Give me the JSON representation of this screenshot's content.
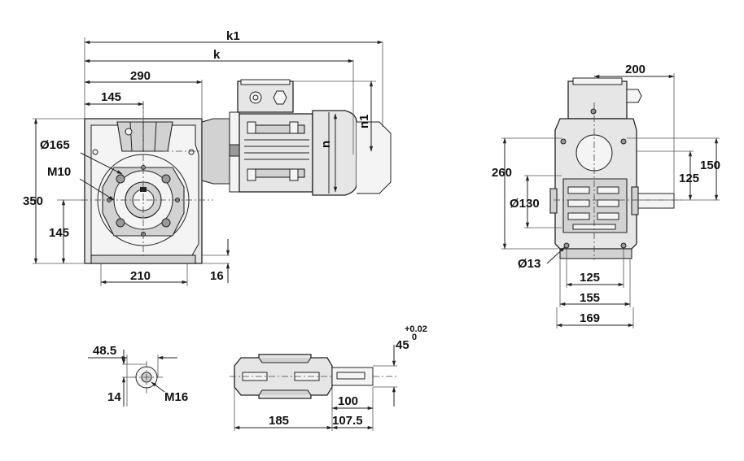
{
  "dimensions": {
    "k1": "k1",
    "k": "k",
    "d290": "290",
    "d145_top": "145",
    "d165": "Ø165",
    "m10": "M10",
    "d350": "350",
    "d145_left": "145",
    "d210": "210",
    "d16": "16",
    "n1": "n1",
    "n": "n",
    "d200": "200",
    "d260": "260",
    "d150": "150",
    "d125_right": "125",
    "d130": "Ø130",
    "d13": "Ø13",
    "d125_bottom": "125",
    "d155": "155",
    "d169": "169",
    "d48_5": "48.5",
    "d14": "14",
    "m16": "M16",
    "d45": "45",
    "tol_upper": "+0.02",
    "tol_lower": "0",
    "d100": "100",
    "d185": "185",
    "d107_5": "107.5"
  }
}
